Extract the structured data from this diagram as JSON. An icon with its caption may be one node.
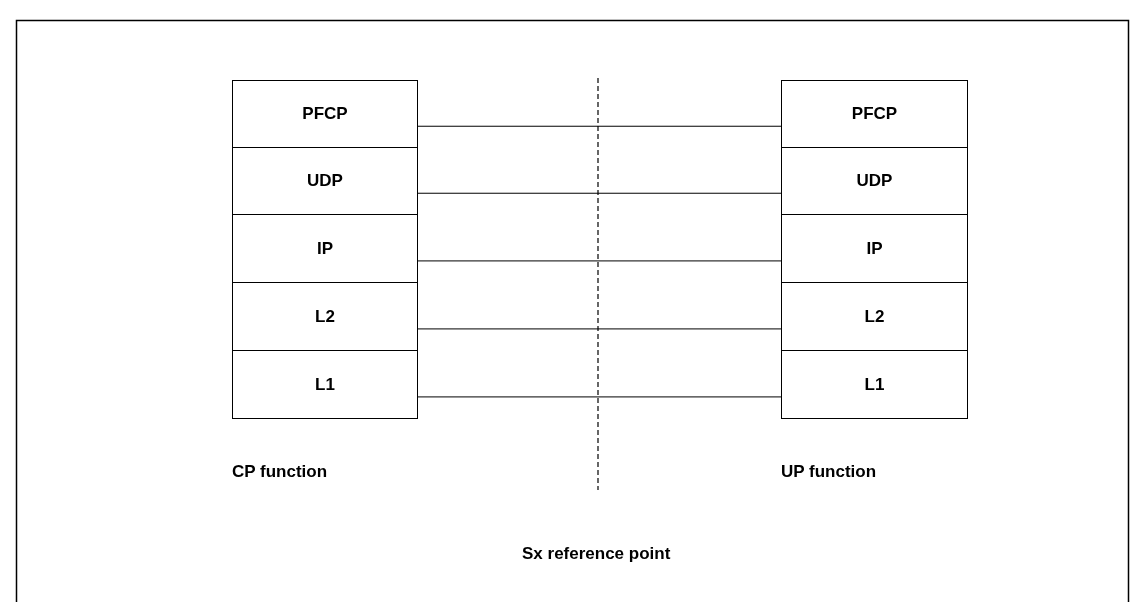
{
  "diagram": {
    "nodes": [
      {
        "text": [
          "PFCP"
        ]
      },
      {
        "text": [
          "UDP"
        ]
      },
      {
        "text": [
          "IP"
        ]
      },
      {
        "text": [
          "L2"
        ]
      },
      {
        "text": [
          "L1"
        ]
      },
      {
        "text": [
          "PFCP"
        ]
      },
      {
        "text": [
          "UDP"
        ]
      },
      {
        "text": [
          "IP"
        ]
      },
      {
        "text": [
          "L2"
        ]
      },
      {
        "text": [
          "L1"
        ]
      }
    ],
    "edges": [
      {
        "from": 0,
        "to": 5,
        "arrow": "none"
      },
      {
        "from": 1,
        "to": 6,
        "arrow": "none"
      },
      {
        "from": 2,
        "to": 7,
        "arrow": "none"
      },
      {
        "from": 3,
        "to": 8,
        "arrow": "none"
      },
      {
        "from": 4,
        "to": 9,
        "arrow": "none"
      }
    ],
    "labels": [
      "CP function",
      "UP function",
      "Sx reference point"
    ]
  }
}
